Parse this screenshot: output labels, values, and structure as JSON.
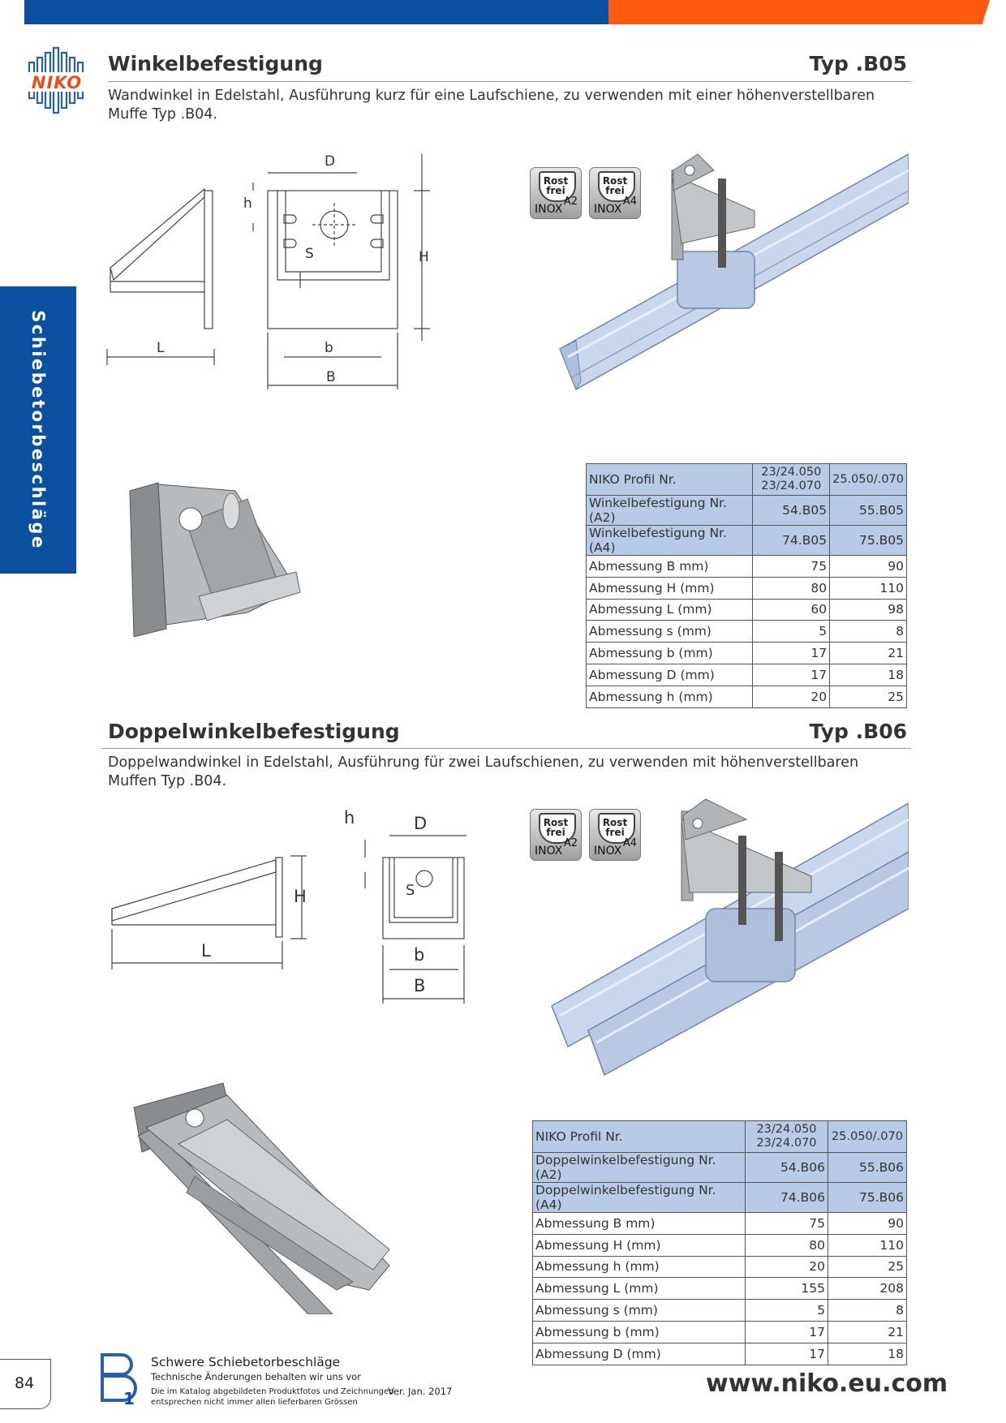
{
  "brand": {
    "logo_text": "NIKO"
  },
  "sidebar": {
    "label": "Schiebetorbeschläge"
  },
  "section1": {
    "title": "Winkelbefestigung",
    "type": "Typ .B05",
    "description": "Wandwinkel in Edelstahl, Ausführung kurz für eine Laufschiene, zu verwenden mit einer höhenverstellbaren Muffe Typ .B04.",
    "drawing_labels": {
      "D": "D",
      "h": "h",
      "S": "S",
      "H": "H",
      "L": "L",
      "b": "b",
      "B": "B"
    },
    "badges": [
      {
        "top": "Rost",
        "bottom": "frei",
        "material": "INOX",
        "grade": "A2"
      },
      {
        "top": "Rost",
        "bottom": "frei",
        "material": "INOX",
        "grade": "A4"
      }
    ],
    "table": {
      "header": {
        "label": "NIKO Profil Nr.",
        "col1_line1": "23/24.050",
        "col1_line2": "23/24.070",
        "col2": "25.050/.070"
      },
      "rows": [
        {
          "label": "Winkelbefestigung Nr. (A2)",
          "v1": "54.B05",
          "v2": "55.B05",
          "highlight": true
        },
        {
          "label": "Winkelbefestigung Nr. (A4)",
          "v1": "74.B05",
          "v2": "75.B05",
          "highlight": true
        },
        {
          "label": "Abmessung B mm)",
          "v1": "75",
          "v2": "90"
        },
        {
          "label": "Abmessung H (mm)",
          "v1": "80",
          "v2": "110"
        },
        {
          "label": "Abmessung L (mm)",
          "v1": "60",
          "v2": "98"
        },
        {
          "label": "Abmessung s (mm)",
          "v1": "5",
          "v2": "8"
        },
        {
          "label": "Abmessung b (mm)",
          "v1": "17",
          "v2": "21"
        },
        {
          "label": "Abmessung D (mm)",
          "v1": "17",
          "v2": "18"
        },
        {
          "label": "Abmessung h (mm)",
          "v1": "20",
          "v2": "25"
        }
      ]
    }
  },
  "section2": {
    "title": "Doppelwinkelbefestigung",
    "type": "Typ .B06",
    "description": "Doppelwandwinkel in Edelstahl, Ausführung für zwei Laufschienen, zu verwenden mit höhenverstellbaren Muffen Typ .B04.",
    "drawing_labels": {
      "h": "h",
      "D": "D",
      "H": "H",
      "S": "S",
      "L": "L",
      "b": "b",
      "B": "B"
    },
    "badges": [
      {
        "top": "Rost",
        "bottom": "frei",
        "material": "INOX",
        "grade": "A2"
      },
      {
        "top": "Rost",
        "bottom": "frei",
        "material": "INOX",
        "grade": "A4"
      }
    ],
    "table": {
      "header": {
        "label": "NIKO Profil Nr.",
        "col1_line1": "23/24.050",
        "col1_line2": "23/24.070",
        "col2": "25.050/.070"
      },
      "rows": [
        {
          "label": "Doppelwinkelbefestigung Nr. (A2)",
          "v1": "54.B06",
          "v2": "55.B06",
          "highlight": true
        },
        {
          "label": "Doppelwinkelbefestigung Nr. (A4)",
          "v1": "74.B06",
          "v2": "75.B06",
          "highlight": true
        },
        {
          "label": "Abmessung B mm)",
          "v1": "75",
          "v2": "90"
        },
        {
          "label": "Abmessung H (mm)",
          "v1": "80",
          "v2": "110"
        },
        {
          "label": "Abmessung h (mm)",
          "v1": "20",
          "v2": "25"
        },
        {
          "label": "Abmessung L (mm)",
          "v1": "155",
          "v2": "208"
        },
        {
          "label": "Abmessung s (mm)",
          "v1": "5",
          "v2": "8"
        },
        {
          "label": "Abmessung b (mm)",
          "v1": "17",
          "v2": "21"
        },
        {
          "label": "Abmessung D (mm)",
          "v1": "17",
          "v2": "18"
        }
      ]
    }
  },
  "footer": {
    "page_number": "84",
    "catalog_title": "Schwere Schiebetorbeschläge",
    "note1": "Technische Änderungen behalten wir uns vor",
    "note2": "Die im Katalog abgebildeten Produktfotos und Zeichnungen",
    "note3": "entsprechen nicht immer allen lieferbaren Grössen",
    "version": "Ver. Jan. 2017",
    "website": "www.niko.eu.com",
    "logo_letters": "B",
    "logo_digit": "1"
  },
  "colors": {
    "blue": "#0a4fa0",
    "orange": "#ff5a10",
    "table_highlight": "#b7cbe6"
  }
}
